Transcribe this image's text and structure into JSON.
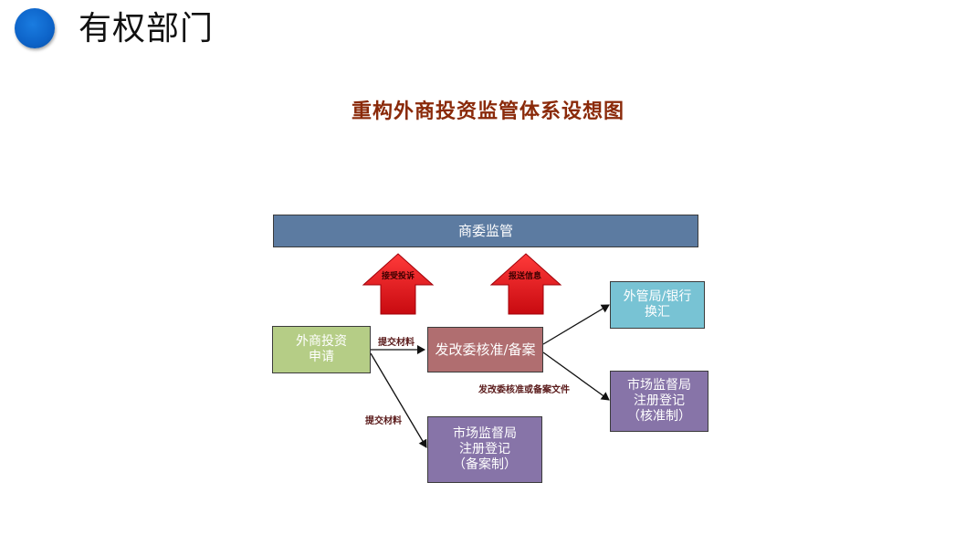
{
  "slide": {
    "title": "有权部门"
  },
  "diagram": {
    "title": "重构外商投资监管体系设想图",
    "nodes": {
      "mofcom": "商委监管",
      "apply": "外商投资\n申请",
      "ndrc": "发改委核准/备案",
      "safe": "外管局/银行\n换汇",
      "samr_approval": "市场监督局\n注册登记\n（核准制）",
      "samr_filing": "市场监督局\n注册登记\n（备案制）"
    },
    "edge_labels": {
      "submit_to_ndrc": "提交材料",
      "submit_to_samr": "提交材料",
      "ndrc_file": "发改委核准或备案文件",
      "accept_investment": "接受投诉",
      "report_info": "报送信息"
    },
    "colors": {
      "mofcom": "#5c7ba1",
      "apply": "#b5cd86",
      "ndrc": "#b06e70",
      "safe": "#78c3d4",
      "samr": "#8774a8",
      "up_arrow": "#e8121b",
      "title": "#8a2a0a",
      "dot": "#0d63c8"
    }
  }
}
